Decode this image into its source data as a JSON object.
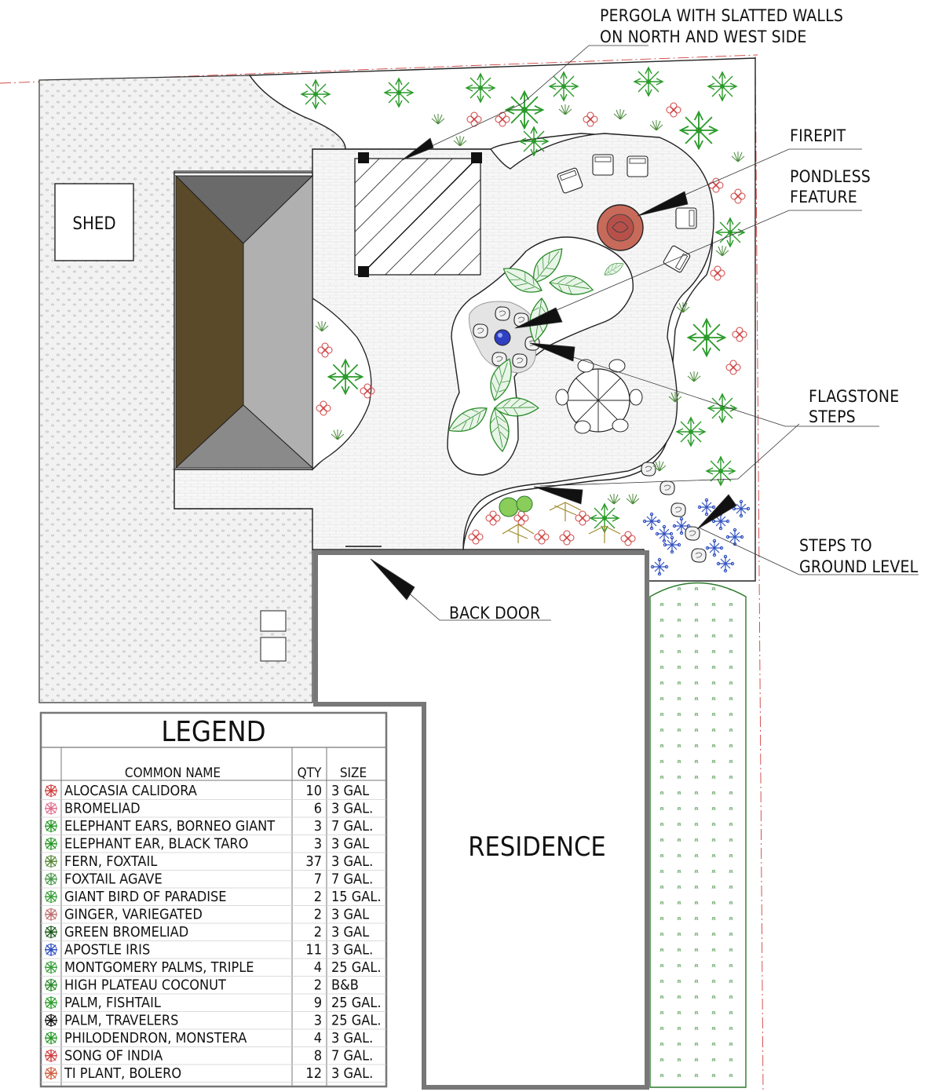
{
  "title": "",
  "callouts": {
    "pergola_line1": "PERGOLA WITH SLATTED WALLS",
    "pergola_line2": "ON NORTH AND WEST SIDE",
    "firepit": "FIREPIT",
    "pondless_line1": "PONDLESS",
    "pondless_line2": "FEATURE",
    "flagstone_line1": "FLAGSTONE",
    "flagstone_line2": "STEPS",
    "steps_line1": "STEPS TO",
    "steps_line2": "GROUND LEVEL",
    "back_door": "BACK DOOR"
  },
  "structures": {
    "shed": "SHED",
    "residence": "RESIDENCE"
  },
  "legend": {
    "title": "LEGEND",
    "headers": {
      "name": "COMMON NAME",
      "qty": "QTY",
      "size": "SIZE"
    },
    "rows": [
      {
        "name": "ALOCASIA CALIDORA",
        "qty": "10",
        "size": "3 GAL",
        "icon": "alocasia-icon",
        "color": "#d04040"
      },
      {
        "name": "BROMELIAD",
        "qty": "6",
        "size": "3 GAL.",
        "icon": "bromeliad-icon",
        "color": "#e07090"
      },
      {
        "name": "ELEPHANT EARS, BORNEO GIANT",
        "qty": "3",
        "size": "7 GAL.",
        "icon": "elephant-ears-icon",
        "color": "#2a9a2a"
      },
      {
        "name": "ELEPHANT EAR, BLACK TARO",
        "qty": "3",
        "size": "3 GAL",
        "icon": "black-taro-icon",
        "color": "#2a9a2a"
      },
      {
        "name": "FERN, FOXTAIL",
        "qty": "37",
        "size": "3 GAL.",
        "icon": "fern-icon",
        "color": "#5a8a3a"
      },
      {
        "name": "FOXTAIL AGAVE",
        "qty": "7",
        "size": "7 GAL.",
        "icon": "agave-icon",
        "color": "#4a9a4a"
      },
      {
        "name": "GIANT BIRD OF PARADISE",
        "qty": "2",
        "size": "15 GAL.",
        "icon": "bird-of-paradise-icon",
        "color": "#3aa03a"
      },
      {
        "name": "GINGER, VARIEGATED",
        "qty": "2",
        "size": "3 GAL",
        "icon": "ginger-icon",
        "color": "#c07070"
      },
      {
        "name": "GREEN BROMELIAD",
        "qty": "2",
        "size": "3 GAL",
        "icon": "green-bromeliad-icon",
        "color": "#1a5a1a"
      },
      {
        "name": "APOSTLE IRIS",
        "qty": "11",
        "size": "3 GAL.",
        "icon": "iris-icon",
        "color": "#3050c0"
      },
      {
        "name": "MONTGOMERY PALMS, TRIPLE",
        "qty": "4",
        "size": "25 GAL.",
        "icon": "montgomery-palm-icon",
        "color": "#3aa03a"
      },
      {
        "name": "HIGH PLATEAU COCONUT",
        "qty": "2",
        "size": "B&B",
        "icon": "coconut-icon",
        "color": "#2a8a2a"
      },
      {
        "name": "PALM, FISHTAIL",
        "qty": "9",
        "size": "25 GAL.",
        "icon": "fishtail-palm-icon",
        "color": "#2aa02a"
      },
      {
        "name": "PALM, TRAVELERS",
        "qty": "3",
        "size": "25 GAL.",
        "icon": "travelers-palm-icon",
        "color": "#111111"
      },
      {
        "name": "PHILODENDRON, MONSTERA",
        "qty": "4",
        "size": "3 GAL.",
        "icon": "monstera-icon",
        "color": "#2a9a2a"
      },
      {
        "name": "SONG OF INDIA",
        "qty": "8",
        "size": "7 GAL.",
        "icon": "song-of-india-icon",
        "color": "#d04040"
      },
      {
        "name": "TI PLANT, BOLERO",
        "qty": "12",
        "size": "3 GAL.",
        "icon": "ti-plant-icon",
        "color": "#d06040"
      }
    ]
  }
}
